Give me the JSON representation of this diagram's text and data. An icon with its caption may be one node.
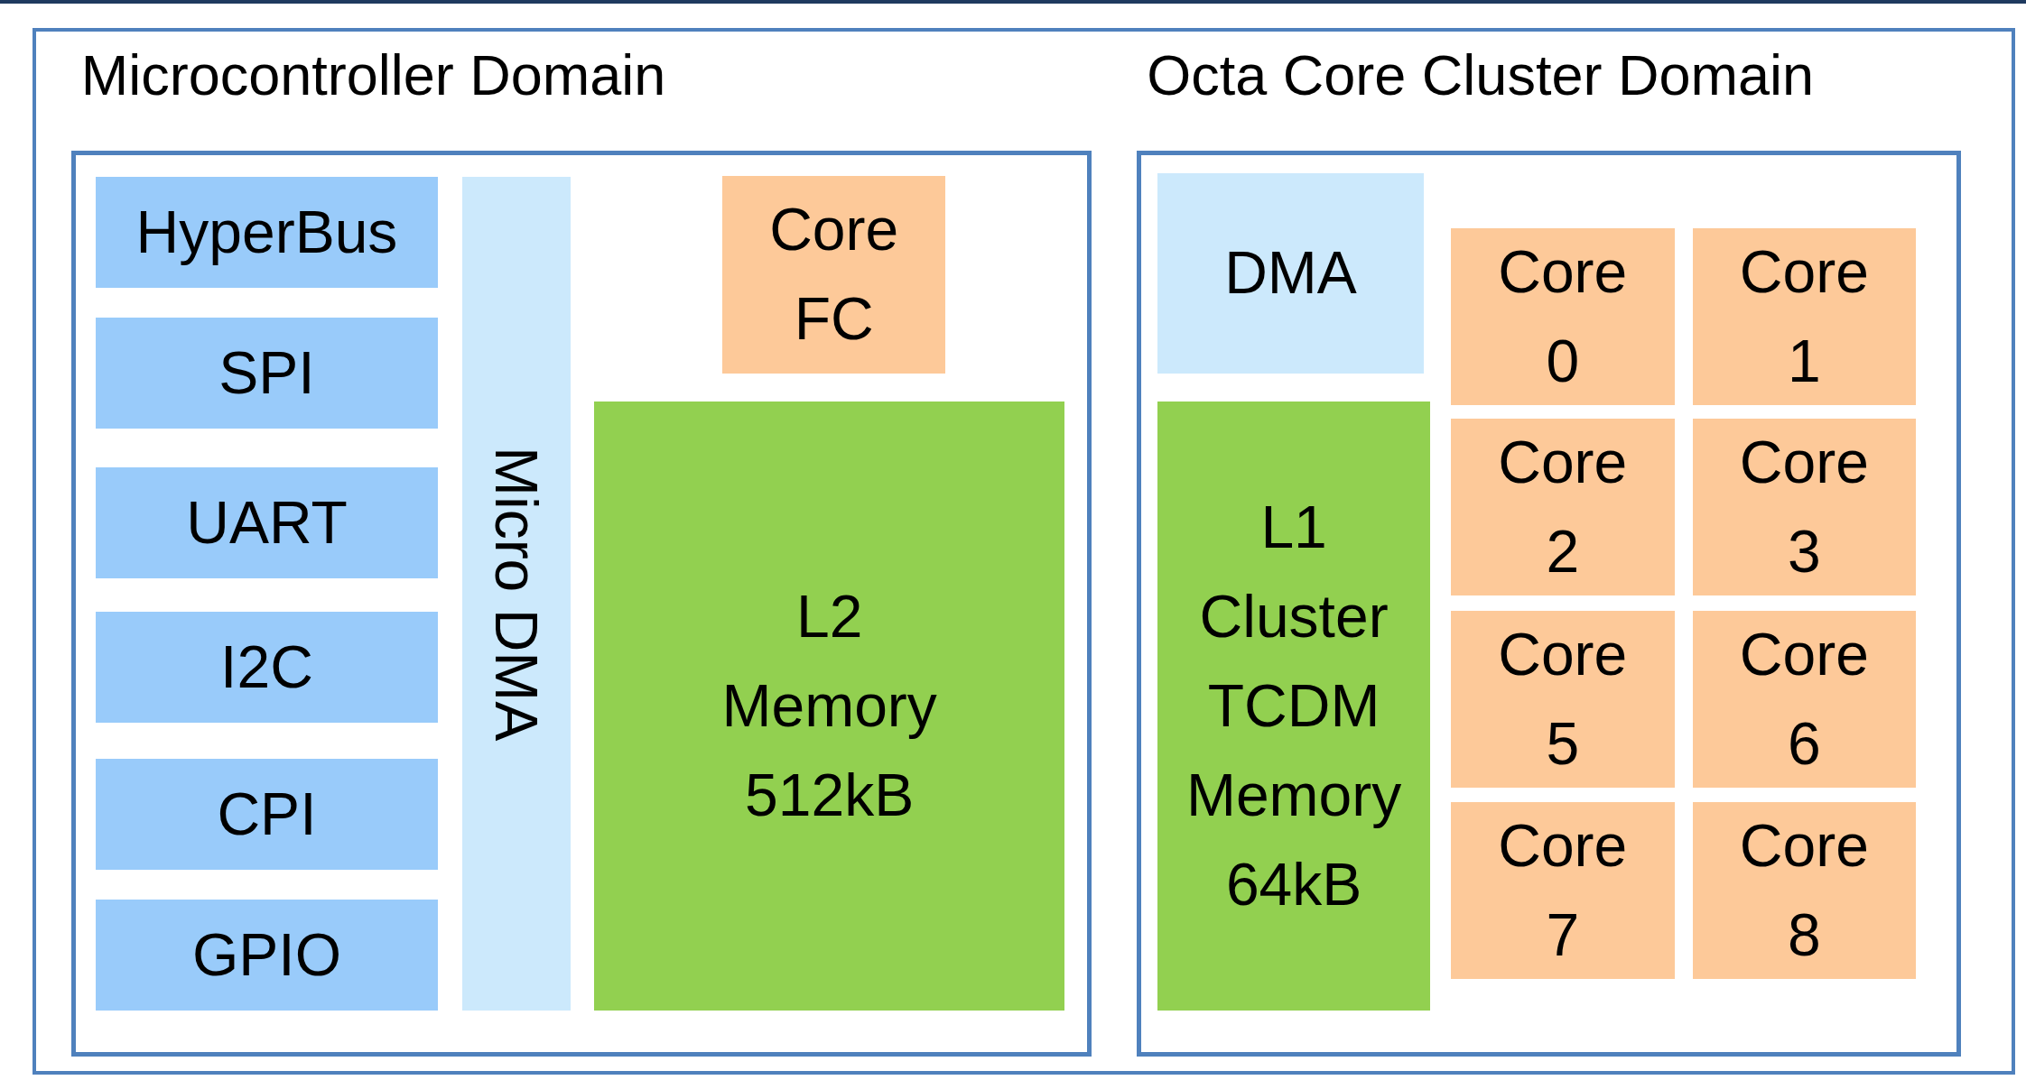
{
  "diagram": {
    "nodes": [
      {
        "text": [],
        "shape": "box"
      },
      {
        "text": [
          "Microcontroller Domain"
        ],
        "in": 0
      },
      {
        "text": [
          "HyperBus"
        ],
        "in": 1
      },
      {
        "text": [
          "SPI"
        ],
        "in": 1
      },
      {
        "text": [
          "UART"
        ],
        "in": 1
      },
      {
        "text": [
          "I2C"
        ],
        "in": 1
      },
      {
        "text": [
          "CPI"
        ],
        "in": 1
      },
      {
        "text": [
          "GPIO"
        ],
        "in": 1
      },
      {
        "text": [
          "Micro DMA"
        ],
        "in": 1
      },
      {
        "text": [
          "Core FC"
        ],
        "in": 1
      },
      {
        "text": [
          "L2 Memory 512kB"
        ],
        "in": 1
      },
      {
        "text": [
          "Octa Core Cluster Domain"
        ],
        "in": 0
      },
      {
        "text": [
          "DMA"
        ],
        "in": 11
      },
      {
        "text": [
          "L1 Cluster TCDM Memory 64kB"
        ],
        "in": 11
      },
      {
        "text": [
          "Core 0"
        ],
        "in": 11
      },
      {
        "text": [
          "Core 1"
        ],
        "in": 11
      },
      {
        "text": [
          "Core 2"
        ],
        "in": 11
      },
      {
        "text": [
          "Core 3"
        ],
        "in": 11
      },
      {
        "text": [
          "Core 5"
        ],
        "in": 11
      },
      {
        "text": [
          "Core 6"
        ],
        "in": 11
      },
      {
        "text": [
          "Core 7"
        ],
        "in": 11
      },
      {
        "text": [
          "Core 8"
        ],
        "in": 11
      }
    ]
  }
}
